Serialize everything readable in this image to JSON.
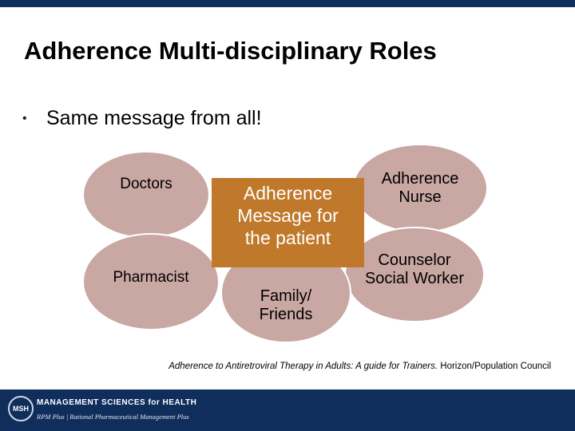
{
  "slide": {
    "title": "Adherence Multi-disciplinary Roles",
    "bullets": [
      {
        "marker": "•",
        "text": "Same message from all!"
      }
    ]
  },
  "diagram": {
    "center": {
      "label": "Adherence\nMessage for\nthe patient"
    },
    "roles": [
      {
        "label": "Doctors"
      },
      {
        "label": "Pharmacist"
      },
      {
        "label": "Family/\nFriends"
      },
      {
        "label": "Adherence\nNurse"
      },
      {
        "label": "Counselor\nSocial Worker"
      }
    ]
  },
  "citation": {
    "title": "Adherence to Antiretroviral Therapy in Adults: A guide for Trainers.",
    "publisher": "Horizon/Population Council"
  },
  "footer": {
    "logo_letters": "MSH",
    "org_name": "MANAGEMENT SCIENCES for HEALTH",
    "program": "RPM Plus | Rational Pharmaceutical Management Plus"
  },
  "colors": {
    "header_bar": "#0f2e5c",
    "oval_fill": "#c9a7a3",
    "center_fill": "#c0782a",
    "footer_bg": "#0f2e5c"
  }
}
